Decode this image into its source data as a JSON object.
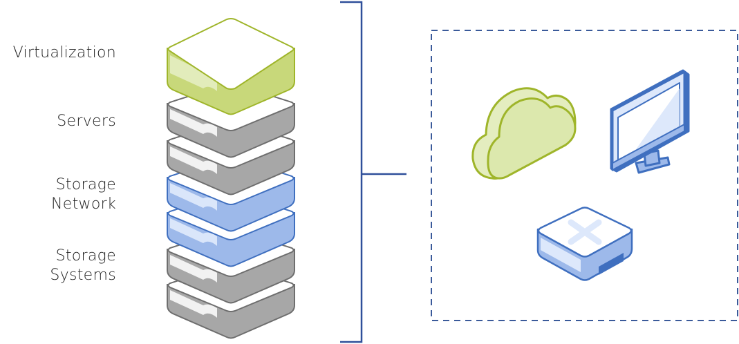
{
  "labels": {
    "virtualization": "Virtualization",
    "servers": "Servers",
    "storage_network_line1": "Storage",
    "storage_network_line2": "Network",
    "storage_systems_line1": "Storage",
    "storage_systems_line2": "Systems"
  },
  "colors": {
    "green_stroke": "#9fb52a",
    "green_fill": "#c8d87a",
    "green_light": "#e4edbf",
    "gray_stroke": "#6e6e6e",
    "gray_fill": "#a7a7a7",
    "blue_stroke": "#3f6fbf",
    "blue_fill": "#9db9ea",
    "blue_light": "#dde8fb",
    "bracket": "#2f4f9a",
    "dashed_box": "#3a5a9a"
  },
  "icons": [
    "virtualization-layer-icon",
    "server-icon",
    "storage-network-icon",
    "storage-system-icon",
    "cloud-icon",
    "monitor-icon",
    "hci-appliance-icon"
  ]
}
